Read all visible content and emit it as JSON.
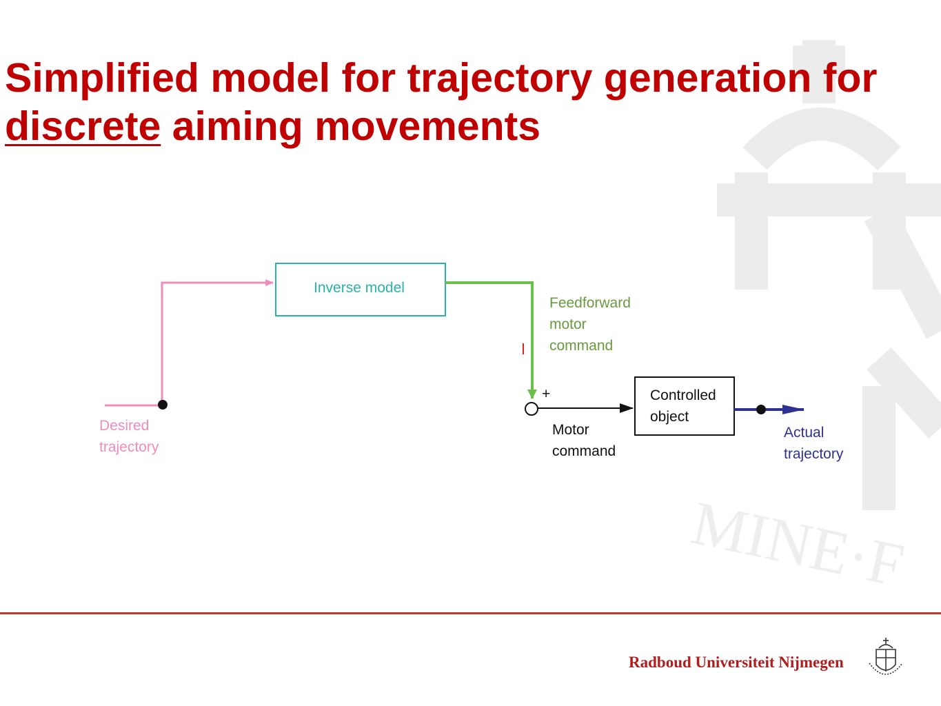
{
  "slide": {
    "title_part1": "Simplified model for trajectory generation for",
    "title_underlined": "discrete",
    "title_part2": " aiming movements"
  },
  "diagram": {
    "inverse_model": "Inverse model",
    "feedforward_line1": "Feedforward",
    "feedforward_line2": "motor",
    "feedforward_line3": "command",
    "plus_sign": "+",
    "controlled_line1": "Controlled",
    "controlled_line2": "object",
    "motor_line1": "Motor",
    "motor_line2": "command",
    "desired_line1": "Desired",
    "desired_line2": "trajectory",
    "actual_line1": "Actual",
    "actual_line2": "trajectory"
  },
  "footer": {
    "university": "Radboud Universiteit Nijmegen"
  },
  "colors": {
    "title": "#c00000",
    "pink": "#f08cba",
    "teal": "#2ab3a8",
    "green": "#6cc04a",
    "blue": "#2e3192",
    "brand": "#b01d1d"
  }
}
